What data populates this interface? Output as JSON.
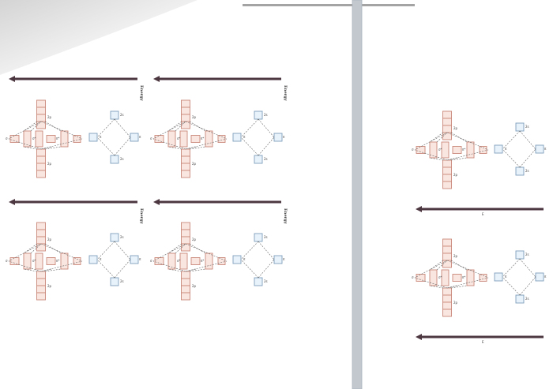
{
  "colors": {
    "page": "#ffffff",
    "sheen": "#d9d9d9",
    "divider": "#c3c8cf",
    "divider_border": "#aeb4bc",
    "top_bar": "#a4a4a4",
    "arrow": "#4c3640",
    "box_pink_fill": "#fae6e0",
    "box_pink_stroke": "#c9887a",
    "box_blue_fill": "#e8f2fb",
    "box_blue_stroke": "#7f9fbc",
    "dash": "#666666"
  },
  "left_panels": [
    {
      "energy_label": "Energy"
    },
    {
      "energy_label": "Energy"
    },
    {
      "energy_label": "Energy"
    },
    {
      "energy_label": "Energy"
    }
  ],
  "right_panels": [
    {
      "arrow_label": "E"
    },
    {
      "arrow_label": "E"
    }
  ],
  "labels": {
    "orbital_2p": "2p",
    "orbital_2s": "2s",
    "sigma_star": "σ*",
    "pi_star": "π*",
    "sigma": "σ",
    "pi": "π"
  }
}
